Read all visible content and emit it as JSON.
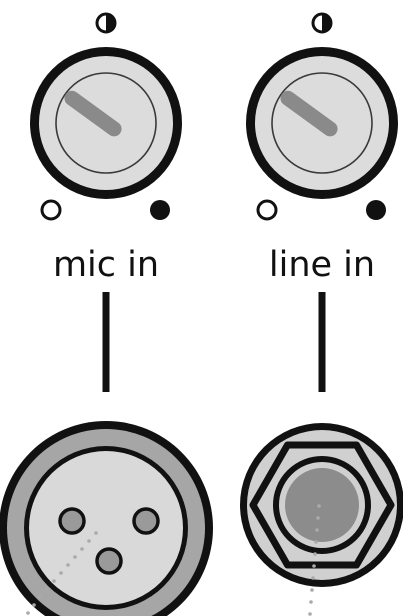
{
  "channels": [
    {
      "label": "mic in",
      "knob_level": 0.3,
      "connector": "xlr-socket",
      "icons": {
        "top": "half-contrast-icon",
        "min": "empty-circle-icon",
        "max": "filled-circle-icon"
      }
    },
    {
      "label": "line in",
      "knob_level": 0.3,
      "connector": "quarter-inch-jack-socket",
      "icons": {
        "top": "half-contrast-icon",
        "min": "empty-circle-icon",
        "max": "filled-circle-icon"
      }
    }
  ],
  "colors": {
    "outline": "#111111",
    "knob_face": "#dcdcdc",
    "knob_pointer": "#8a8a8a",
    "xlr_ring": "#a6a6a6",
    "xlr_face": "#d9d9d9",
    "jack_face": "#d0d0d0",
    "jack_hole": "#8c8c8c",
    "dots": "#aaaaaa"
  }
}
